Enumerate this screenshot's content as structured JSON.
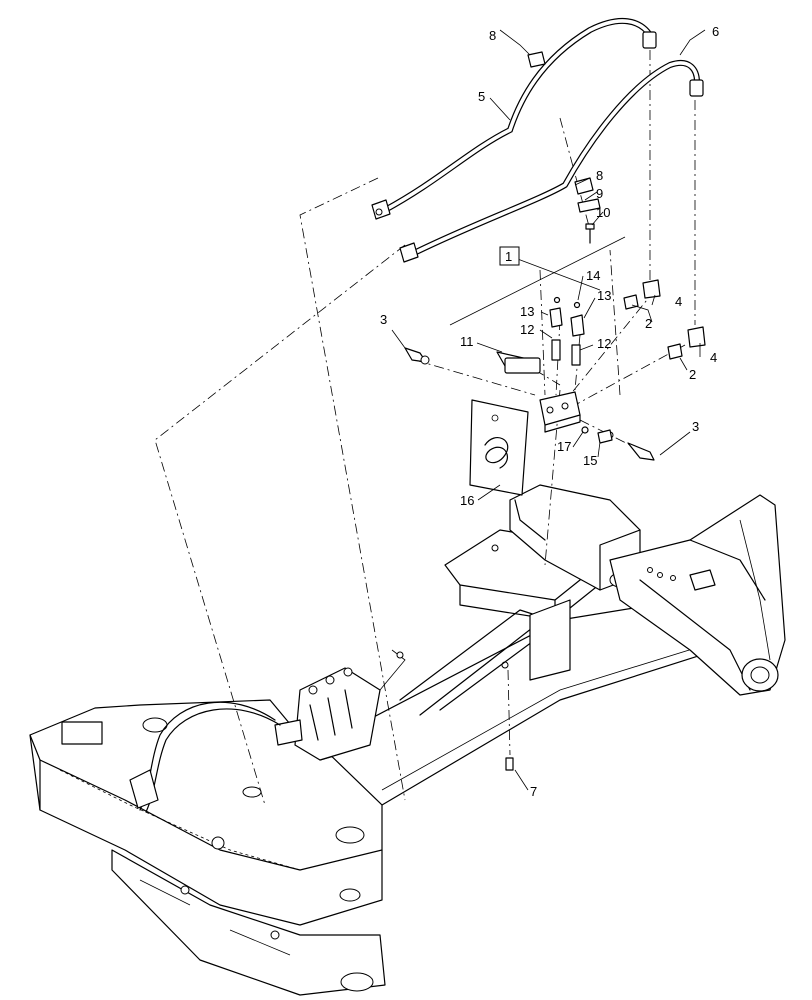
{
  "callouts": {
    "c1": "1",
    "c2a": "2",
    "c2b": "2",
    "c3a": "3",
    "c3b": "3",
    "c4a": "4",
    "c4b": "4",
    "c5": "5",
    "c6": "6",
    "c7": "7",
    "c8a": "8",
    "c8b": "8",
    "c9": "9",
    "c10": "10",
    "c11": "11",
    "c12a": "12",
    "c12b": "12",
    "c13a": "13",
    "c13b": "13",
    "c14": "14",
    "c15": "15",
    "c16": "16",
    "c17": "17"
  }
}
